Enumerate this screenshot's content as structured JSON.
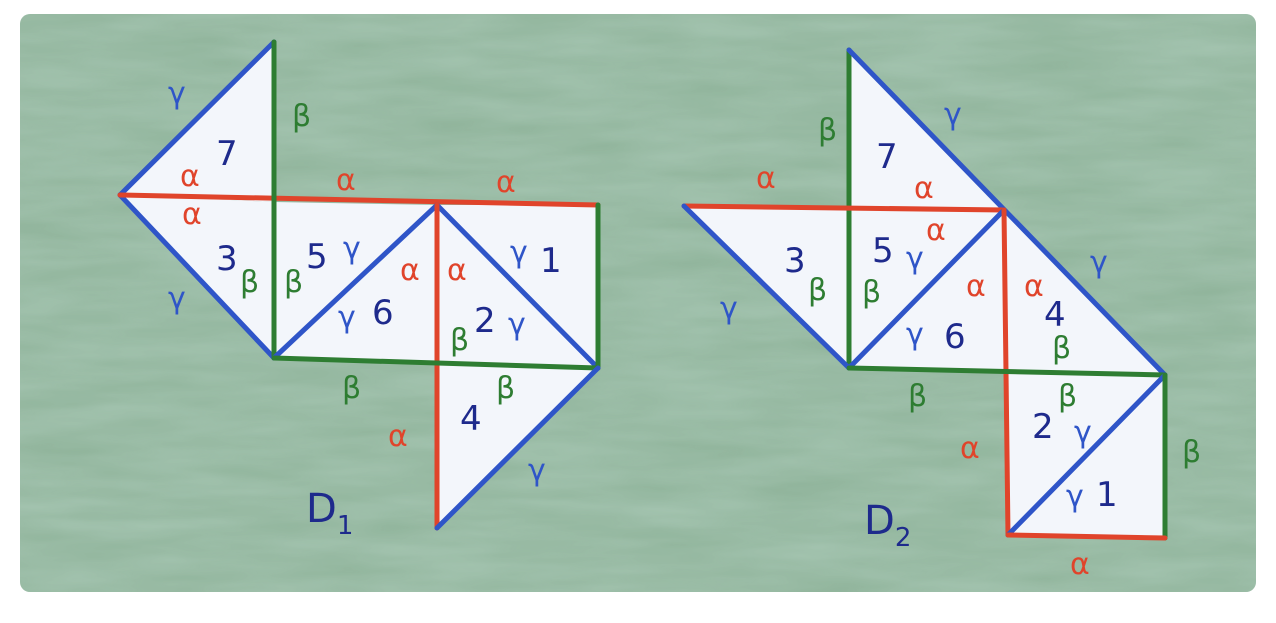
{
  "colors": {
    "background": "#8fb39a",
    "paper": "#ffffff",
    "triangle_fill": "#f3f6fb",
    "alpha": "#e0442b",
    "beta": "#2e7d32",
    "gamma": "#2f55c8",
    "number": "#1e2a8c"
  },
  "symbols": {
    "alpha": "α",
    "beta": "β",
    "gamma": "γ"
  },
  "diagrams": [
    {
      "name": "D",
      "subscript": "1",
      "triangles": [
        "7",
        "3",
        "5",
        "6",
        "1",
        "2",
        "4"
      ]
    },
    {
      "name": "D",
      "subscript": "2",
      "triangles": [
        "7",
        "3",
        "5",
        "6",
        "4",
        "2",
        "1"
      ]
    }
  ]
}
